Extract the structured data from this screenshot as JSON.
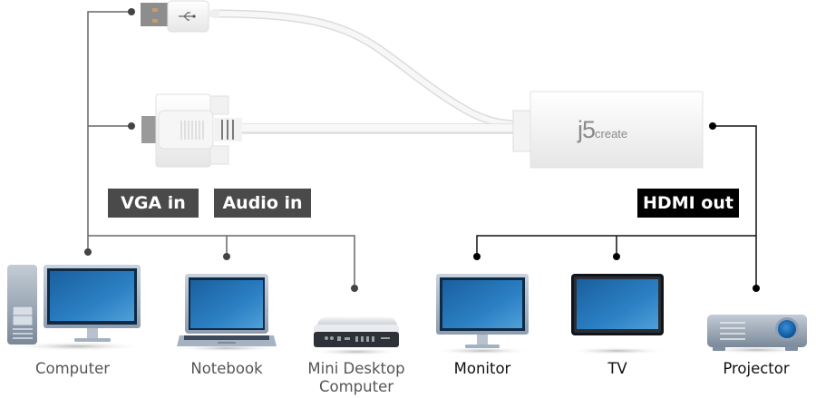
{
  "diagram": {
    "adapter": {
      "brand_main": "j5",
      "brand_sub": "create",
      "inputs": [
        "USB power",
        "VGA",
        "Audio"
      ],
      "output": "HDMI"
    },
    "input_labels": {
      "vga": "VGA in",
      "audio": "Audio in"
    },
    "output_label": "HDMI out",
    "source_devices": [
      {
        "id": "computer",
        "label": "Computer",
        "icon": "desktop-computer-icon"
      },
      {
        "id": "notebook",
        "label": "Notebook",
        "icon": "laptop-icon"
      },
      {
        "id": "mini",
        "label": "Mini Desktop Computer",
        "label_lines": [
          "Mini Desktop",
          "Computer"
        ],
        "icon": "mini-desktop-icon"
      }
    ],
    "display_devices": [
      {
        "id": "monitor",
        "label": "Monitor",
        "icon": "monitor-icon"
      },
      {
        "id": "tv",
        "label": "TV",
        "icon": "tv-icon"
      },
      {
        "id": "projector",
        "label": "Projector",
        "icon": "projector-icon"
      }
    ],
    "colors": {
      "input_label_bg": "#4a4a4a",
      "output_label_bg": "#000000",
      "input_line": "#666666",
      "output_line": "#111111",
      "screen_blue": "#1f6fb2",
      "cable_white": "#f4f4f4"
    }
  }
}
